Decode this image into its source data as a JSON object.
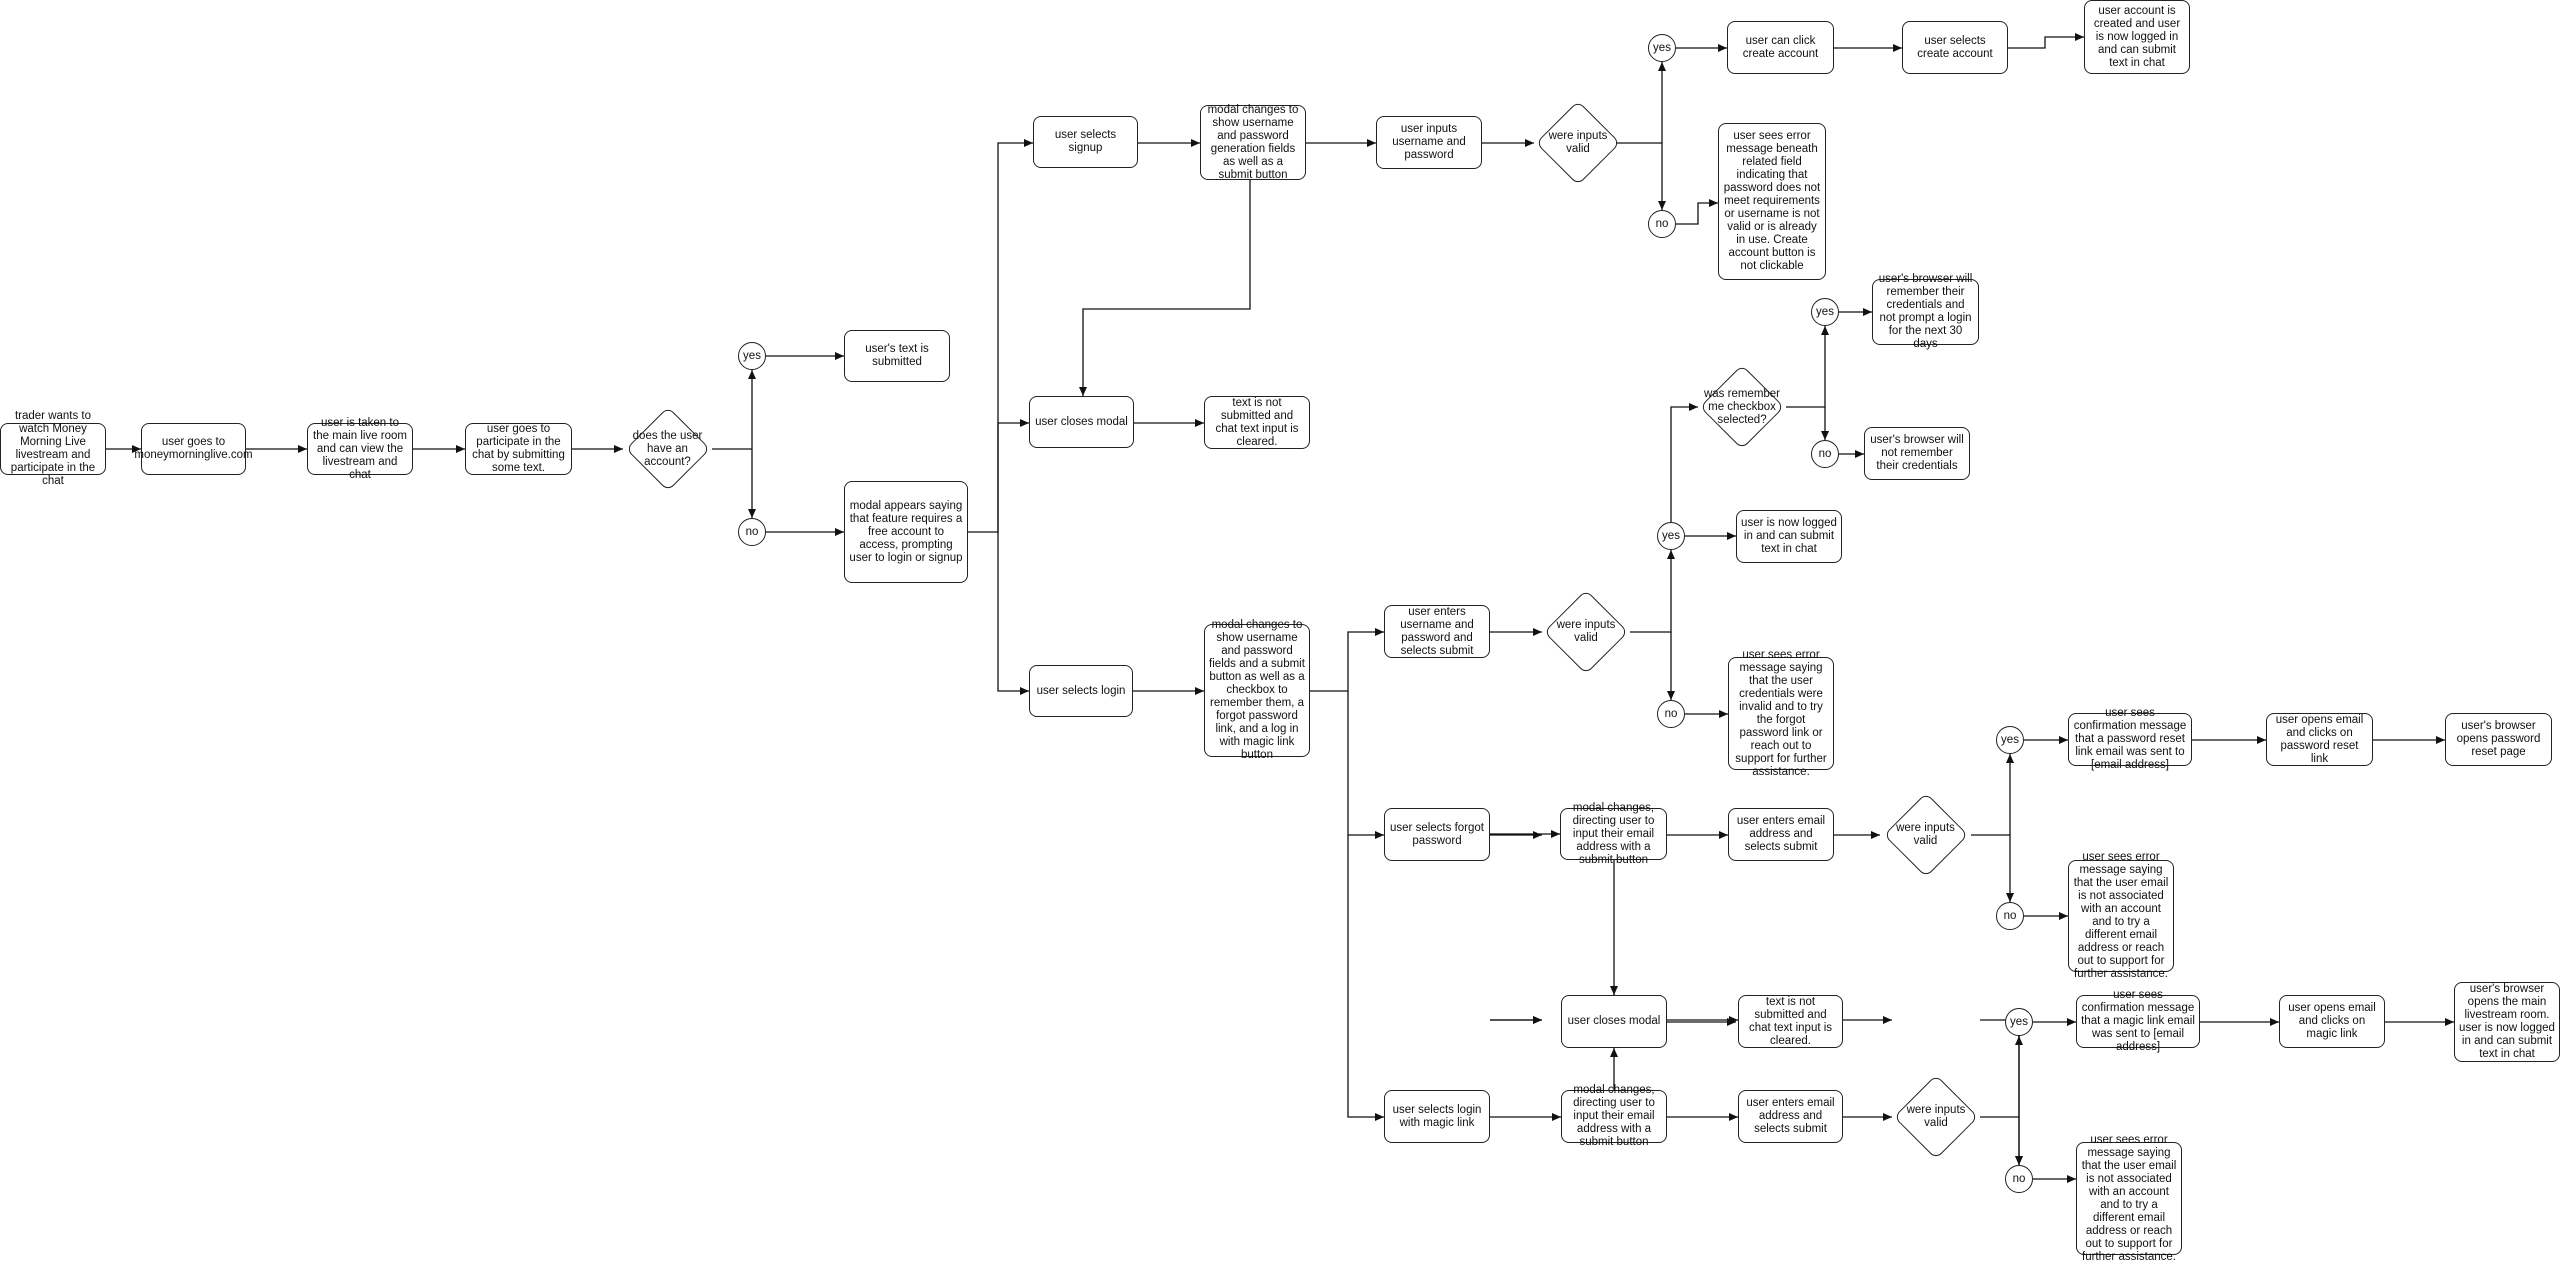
{
  "nodes": {
    "start": "trader wants to watch Money Morning Live livestream and participate in the chat",
    "goes_to_site": "user goes to moneymorninglive.com",
    "taken_to_live_room": "user is taken to the main live room and can view the livestream and chat",
    "participate_chat": "user goes to participate in the chat by submitting some text.",
    "has_account": "does the user have an account?",
    "has_account_yes": "yes",
    "has_account_no": "no",
    "text_submitted": "user's text is submitted",
    "modal_appears": "modal appears saying that feature requires a free account to access, prompting user to login or signup",
    "selects_signup": "user selects signup",
    "closes_modal_1": "user closes modal",
    "selects_login": "user selects login",
    "signup_modal_changes": "modal changes to show username and password generation fields as well as a submit button",
    "text_not_submitted_1": "text is not submitted and chat text input is cleared.",
    "inputs_username_password": "user inputs username and password",
    "signup_valid": "were inputs valid",
    "signup_yes": "yes",
    "signup_no": "no",
    "can_click_create": "user can click create account",
    "selects_create": "user selects create account",
    "account_created": "user account is created and user is now logged in and can submit text in chat",
    "signup_error": "user sees error message beneath related field indicating that password does not meet requirements or username is not valid or is already in use. Create account button is not clickable",
    "login_modal_changes": "modal changes to show username and password fields and a submit button as well as a checkbox to remember them, a forgot password link, and a log in with magic link button",
    "enters_username_submit": "user enters username and password and selects submit",
    "login_valid": "were inputs valid",
    "login_yes": "yes",
    "login_no": "no",
    "logged_in": "user is now logged in and can submit text in chat",
    "login_error": "user sees error message saying that the user credentials were invalid and to try the forgot password link or reach out to support for further assistance.",
    "remember_checked": "was remember me checkbox selected?",
    "remember_yes": "yes",
    "remember_no": "no",
    "remember_30": "user's browser will remember their credentials and not prompt a login for the next 30 days",
    "not_remember": "user's browser will not remember their credentials",
    "selects_forgot": "user selects forgot password",
    "forgot_modal_changes": "modal changes, directing user to input their email address with a submit button",
    "forgot_enters_email": "user enters email address and selects submit",
    "forgot_valid": "were inputs valid",
    "forgot_yes": "yes",
    "forgot_no": "no",
    "reset_confirmation": "user sees confirmation message that a password reset link email was sent to [email address]",
    "opens_reset_email": "user opens email and clicks on password reset link",
    "reset_page": "user's browser opens password reset page",
    "forgot_error": "user sees error message saying that the user email is not associated with an account and to try a different email address or reach out to support for further assistance.",
    "closes_modal_2": "user closes modal",
    "text_not_submitted_2": "text is not submitted and chat text input is cleared.",
    "selects_magic": "user selects login with magic link",
    "magic_modal_changes": "modal changes, directing user to input their email address with a submit button",
    "magic_enters_email": "user enters email address and selects submit",
    "magic_valid": "were inputs valid",
    "magic_yes": "yes",
    "magic_no": "no",
    "magic_confirmation": "user sees confirmation message that a magic link email was sent to [email address]",
    "opens_magic_email": "user opens email and clicks on magic link",
    "magic_logged_in": "user's browser opens the main livestream room. user is now logged in and can submit text in chat",
    "magic_error": "user sees error message saying that the user email is not associated with an account and to try a different email address or reach out to support for further assistance."
  }
}
